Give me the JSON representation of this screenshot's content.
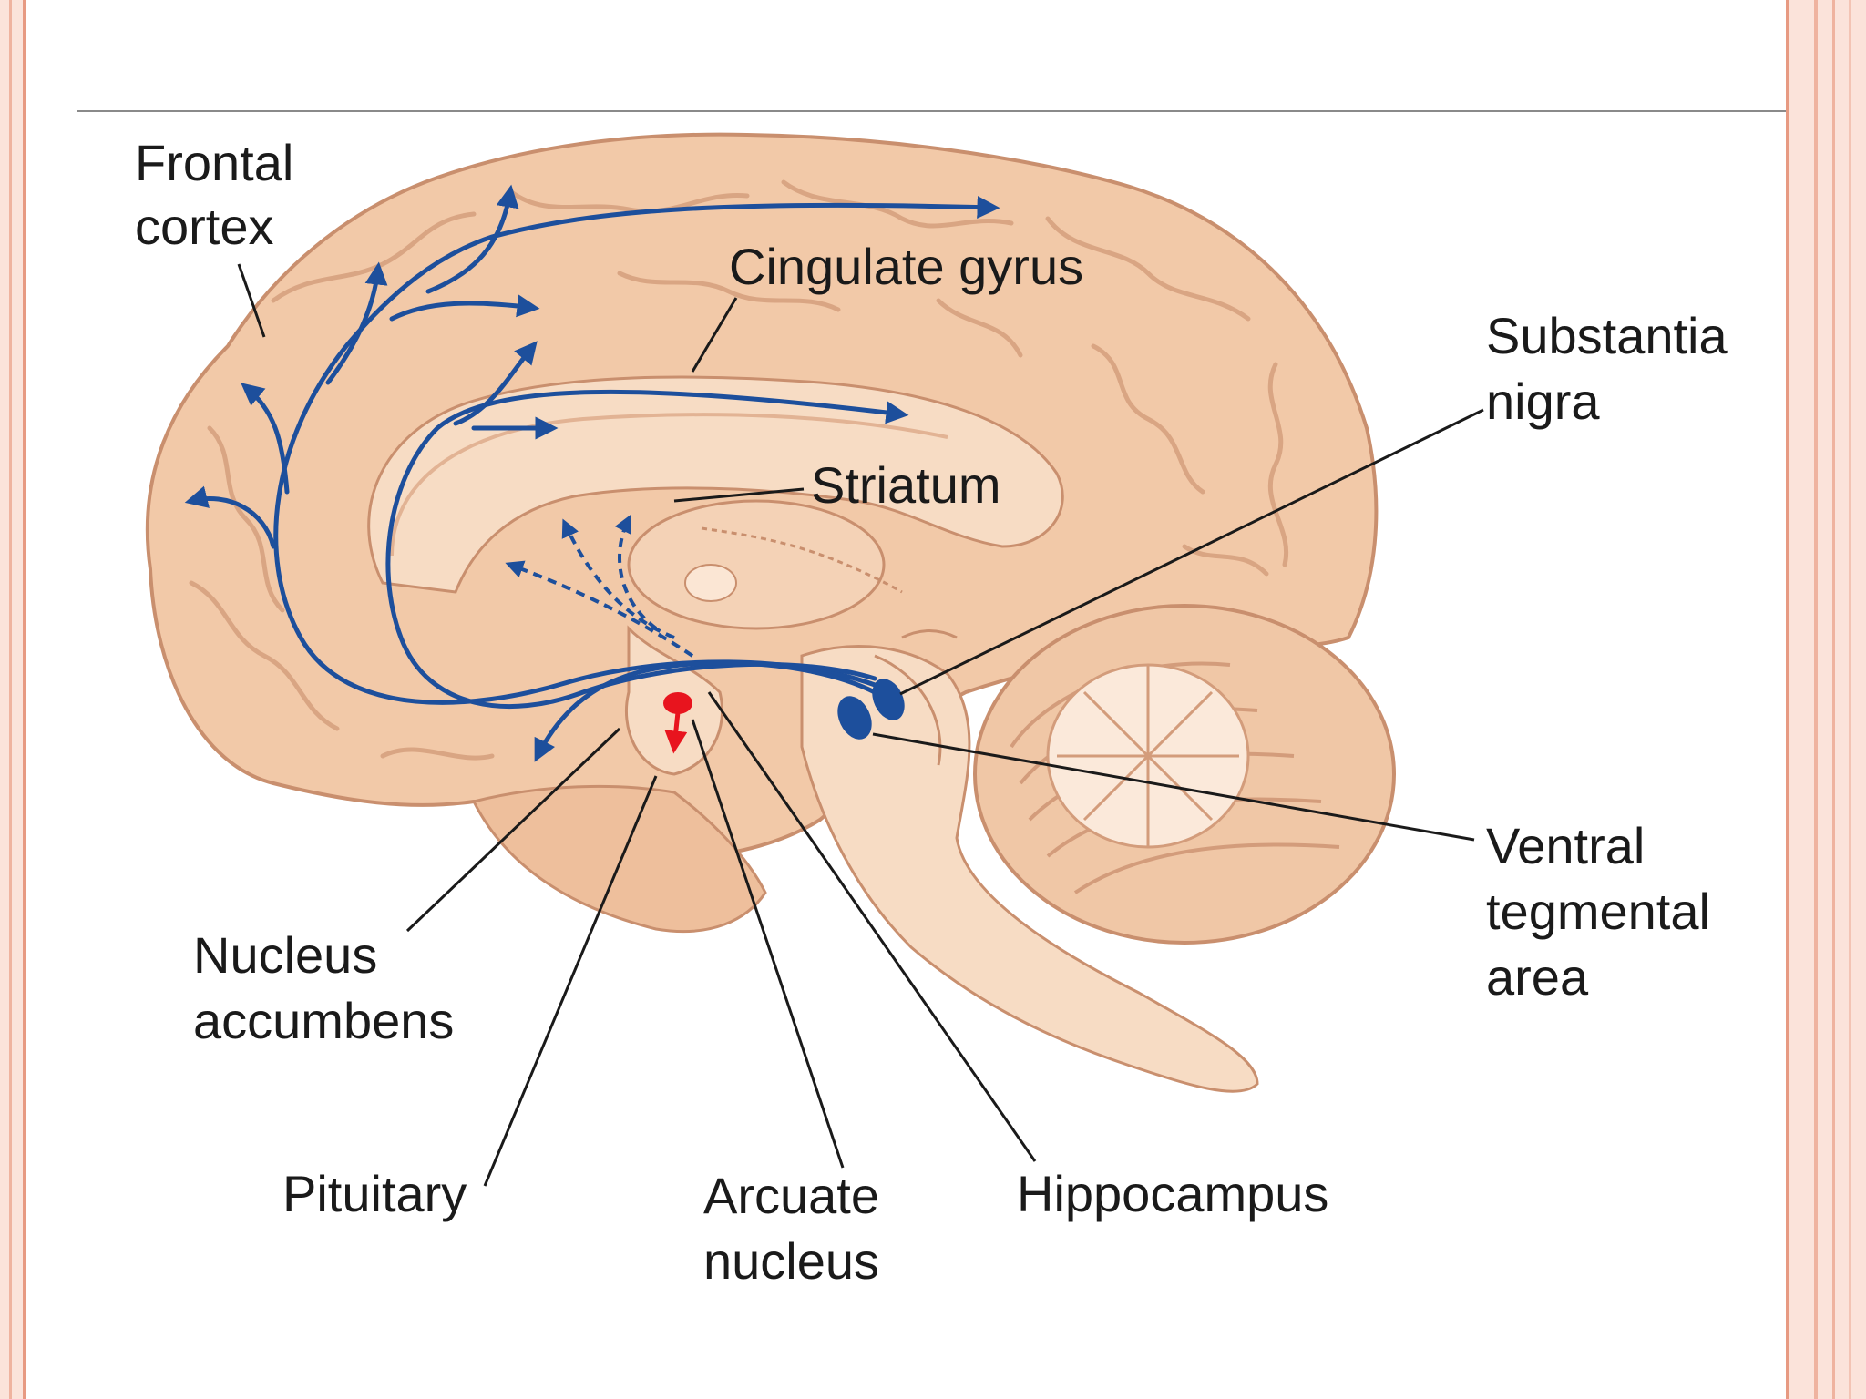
{
  "labels": {
    "frontal_cortex": [
      "Frontal",
      "cortex"
    ],
    "cingulate_gyrus": "Cingulate gyrus",
    "substantia_nigra": [
      "Substantia",
      "nigra"
    ],
    "striatum": "Striatum",
    "ventral_tegmental_area": [
      "Ventral",
      "tegmental",
      "area"
    ],
    "nucleus_accumbens": [
      "Nucleus",
      "accumbens"
    ],
    "pituitary": "Pituitary",
    "arcuate_nucleus": [
      "Arcuate",
      "nucleus"
    ],
    "hippocampus": "Hippocampus"
  },
  "colors": {
    "brain_fill": "#f2c9a8",
    "brain_outline": "#c98f6e",
    "pathway": "#1d4f9c",
    "arcuate_marker": "#e8141e",
    "leader_line": "#1a1a1a",
    "slide_border": "#e79a82"
  }
}
